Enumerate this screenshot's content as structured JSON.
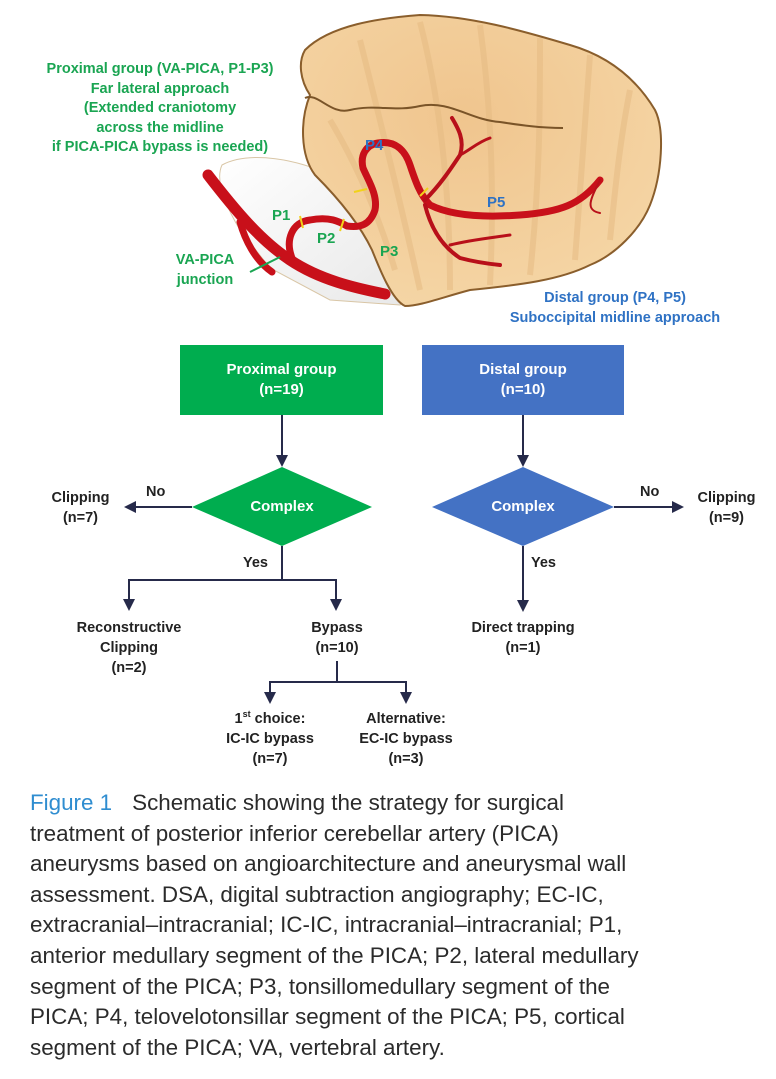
{
  "illustration": {
    "proximal_annotation": [
      "Proximal group (VA-PICA, P1-P3)",
      "Far lateral approach",
      "(Extended craniotomy",
      "across the midline",
      "if PICA-PICA bypass is needed)"
    ],
    "distal_annotation": [
      "Distal group (P4, P5)",
      "Suboccipital midline approach"
    ],
    "junction_label": [
      "VA-PICA",
      "junction"
    ],
    "segments": {
      "p1": "P1",
      "p2": "P2",
      "p3": "P3",
      "p4": "P4",
      "p5": "P5"
    },
    "colors": {
      "proximal_green": "#1aa552",
      "distal_blue": "#2f72c4",
      "cerebellum": "#f3cf9c",
      "artery": "#c8101a"
    }
  },
  "flowchart": {
    "proximal": {
      "box_title": "Proximal group",
      "box_count": "(n=19)",
      "decision": "Complex",
      "no_label": "No",
      "yes_label": "Yes",
      "no_outcome": [
        "Clipping",
        "(n=7)"
      ],
      "yes_outcomes": [
        {
          "lines": [
            "Reconstructive",
            "Clipping",
            "(n=2)"
          ]
        },
        {
          "lines": [
            "Bypass",
            "(n=10)"
          ]
        }
      ],
      "bypass_options": [
        {
          "prefix": "1",
          "sup": "st",
          "rest": " choice:",
          "lines": [
            "IC-IC bypass",
            "(n=7)"
          ]
        },
        {
          "lines": [
            "Alternative:",
            "EC-IC bypass",
            "(n=3)"
          ]
        }
      ],
      "color": "#00ad4f"
    },
    "distal": {
      "box_title": "Distal group",
      "box_count": "(n=10)",
      "decision": "Complex",
      "no_label": "No",
      "yes_label": "Yes",
      "no_outcome": [
        "Clipping",
        "(n=9)"
      ],
      "yes_outcome": [
        "Direct trapping",
        "(n=1)"
      ],
      "color": "#4472c4"
    },
    "arrow_color": "#262a4a"
  },
  "caption": {
    "label": "Figure 1",
    "lines": [
      "Schematic showing the strategy for surgical",
      "treatment of posterior inferior cerebellar artery (PICA)",
      "aneurysms based on angioarchitecture and aneurysmal wall",
      "assessment. DSA, digital subtraction angiography; EC-IC,",
      "extracranial–intracranial; IC-IC, intracranial–intracranial; P1,",
      "anterior medullary segment of the PICA; P2, lateral medullary",
      "segment of the PICA; P3, tonsillomedullary segment of the",
      "PICA; P4, telovelotonsillar segment of the PICA; P5, cortical",
      "segment of the PICA; VA, vertebral artery."
    ]
  }
}
